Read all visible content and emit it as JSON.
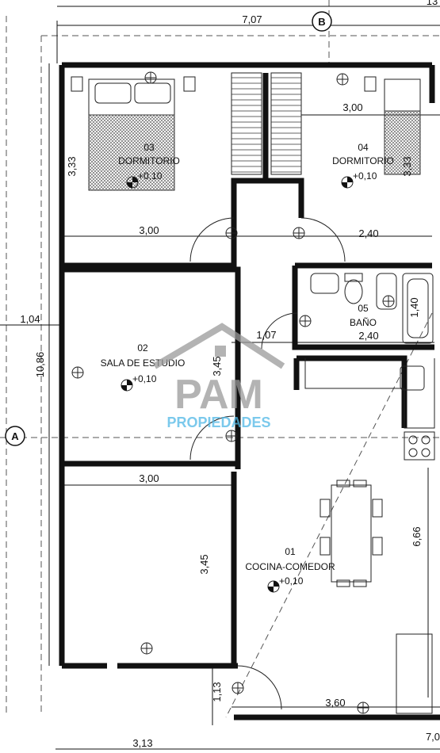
{
  "plan": {
    "axes": {
      "a": "A",
      "b": "B"
    },
    "rooms": [
      {
        "id": "cocina-comedor",
        "number": "01",
        "name": "COCINA-COMEDOR",
        "level": "+0,10"
      },
      {
        "id": "sala-estudio",
        "number": "02",
        "name": "SALA DE ESTUDIO",
        "level": "+0,10"
      },
      {
        "id": "dormitorio-03",
        "number": "03",
        "name": "DORMITORIO",
        "level": "+0,10"
      },
      {
        "id": "dormitorio-04",
        "number": "04",
        "name": "DORMITORIO",
        "level": "+0,10"
      },
      {
        "id": "bano",
        "number": "05",
        "name": "BAÑO",
        "level": ""
      }
    ],
    "dimensions": {
      "top_width": "7,07",
      "top_right_partial": "13",
      "dorm04_width": "3,00",
      "dorm03_height": "3,33",
      "dorm04_height": "3,33",
      "dorm03_bottom": "3,00",
      "dorm04_bottom": "2,40",
      "left_offset": "1,04",
      "total_height": "10,86",
      "sala_height": "3,45",
      "corridor_width": "1,07",
      "bano_height": "1,40",
      "bano_width": "2,40",
      "lower_room_width": "3,00",
      "lower_room_height": "3,45",
      "kitchen_height": "6,66",
      "entry_height": "1,13",
      "bottom_right_width": "3,60",
      "bottom_left_width": "3,13",
      "bottom_right_partial": "7,0"
    },
    "watermark": {
      "title": "PAM",
      "subtitle": "PROPIEDADES"
    },
    "colors": {
      "wall": "#111111",
      "line": "#222222",
      "watermark_gray": "#9a9a9a",
      "watermark_blue": "#4fb8e6"
    }
  }
}
